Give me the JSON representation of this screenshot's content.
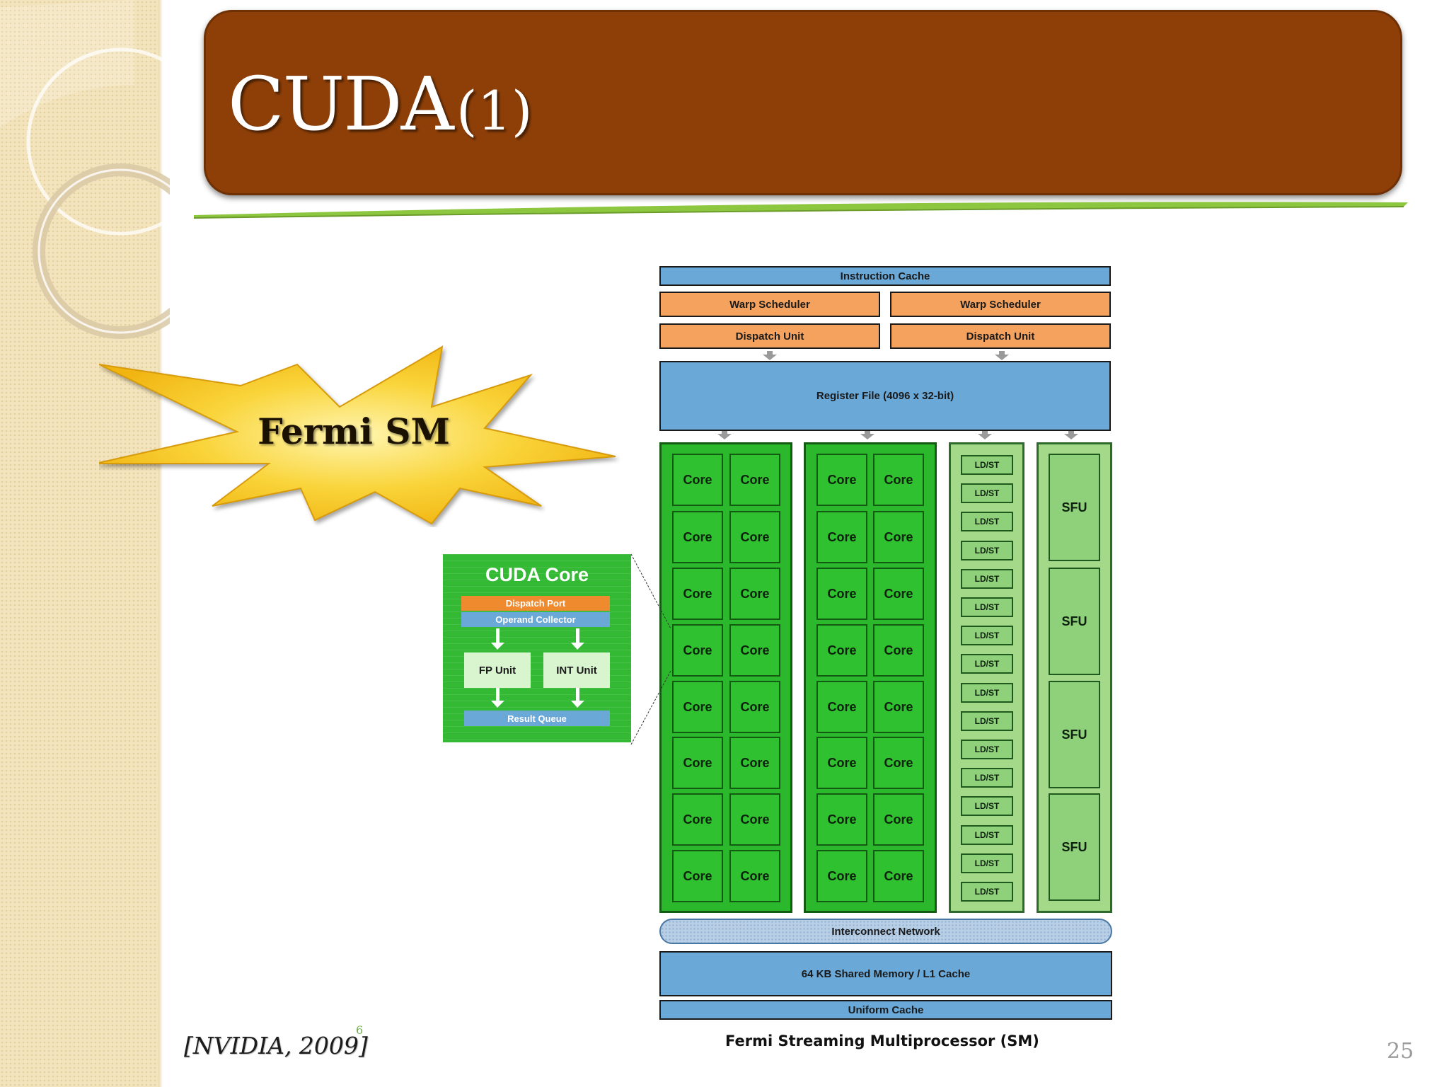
{
  "slide": {
    "title_main": "CUDA",
    "title_suffix": "(1)",
    "burst_label": "Fermi SM",
    "citation": "[NVIDIA, 2009]",
    "citation_ref": "6",
    "page_number": "25",
    "colors": {
      "banner": "#8e3f08",
      "accent_line": "#8dc63f",
      "burst": "#f7c21c",
      "core_green": "#2fc12f",
      "unit_blue": "#6aa8d8",
      "unit_orange": "#f4a25e"
    }
  },
  "sm": {
    "instruction_cache": "Instruction Cache",
    "warp_scheduler": "Warp Scheduler",
    "dispatch_unit": "Dispatch Unit",
    "register_file": "Register File (4096 x 32-bit)",
    "core_label": "Core",
    "ldst_label": "LD/ST",
    "sfu_label": "SFU",
    "interconnect": "Interconnect Network",
    "shared_memory": "64 KB Shared Memory / L1 Cache",
    "uniform_cache": "Uniform Cache",
    "caption": "Fermi Streaming Multiprocessor (SM)"
  },
  "cuda_core": {
    "title": "CUDA Core",
    "dispatch_port": "Dispatch Port",
    "operand_collector": "Operand Collector",
    "fp_unit": "FP Unit",
    "int_unit": "INT Unit",
    "result_queue": "Result Queue"
  }
}
